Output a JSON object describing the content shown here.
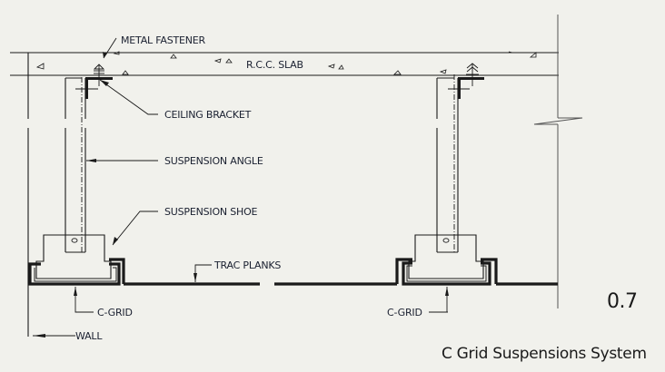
{
  "figure": {
    "number": "0.7",
    "title": "C Grid Suspensions System"
  },
  "labels": {
    "metal_fastener": "METAL FASTENER",
    "rcc_slab": "R.C.C. SLAB",
    "ceiling_bracket": "CEILING BRACKET",
    "suspension_angle": "SUSPENSION ANGLE",
    "suspension_shoe": "SUSPENSION SHOE",
    "trac_planks": "TRAC PLANKS",
    "c_grid_left": "C-GRID",
    "c_grid_right": "C-GRID",
    "wall": "WALL"
  },
  "colors": {
    "background": "#f1f1ec",
    "line": "#1a1a1a",
    "label_text": "#1a2030"
  }
}
